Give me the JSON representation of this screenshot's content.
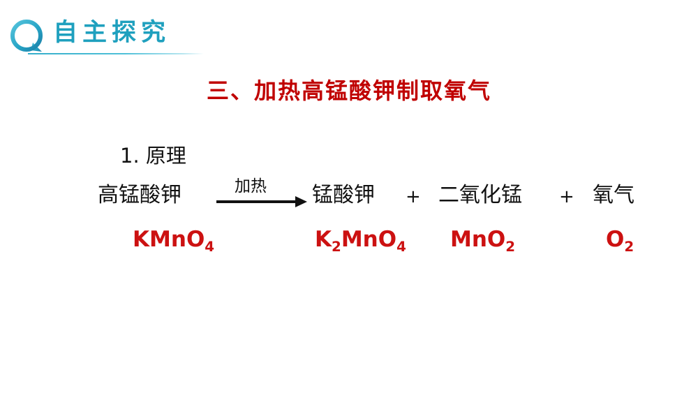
{
  "slide": {
    "background_color": "#FFFFFF",
    "accent_color": "#1FA0BE",
    "headline_color": "#C00000",
    "formula_color": "#CC1111"
  },
  "header": {
    "icon": "circle-ring-icon",
    "title": "自主探究",
    "rule": "header-divider"
  },
  "headline": {
    "text": "三、加热高锰酸钾制取氧气"
  },
  "body": {
    "principle_label": "1. 原理",
    "equation": {
      "reactant": "高锰酸钾",
      "condition": "加热",
      "arrow": "reaction-arrow",
      "products": [
        {
          "name": "锰酸钾"
        },
        {
          "name": "二氧化锰"
        },
        {
          "name": "氧气"
        }
      ],
      "plus": "+"
    },
    "formulas": [
      {
        "main_a": "KMnO",
        "sub_a": "4"
      },
      {
        "main_a": "K",
        "sub_a": "2",
        "main_b": "MnO",
        "sub_b": "4"
      },
      {
        "main_a": "MnO",
        "sub_a": "2"
      },
      {
        "main_a": "O",
        "sub_a": "2"
      }
    ]
  }
}
